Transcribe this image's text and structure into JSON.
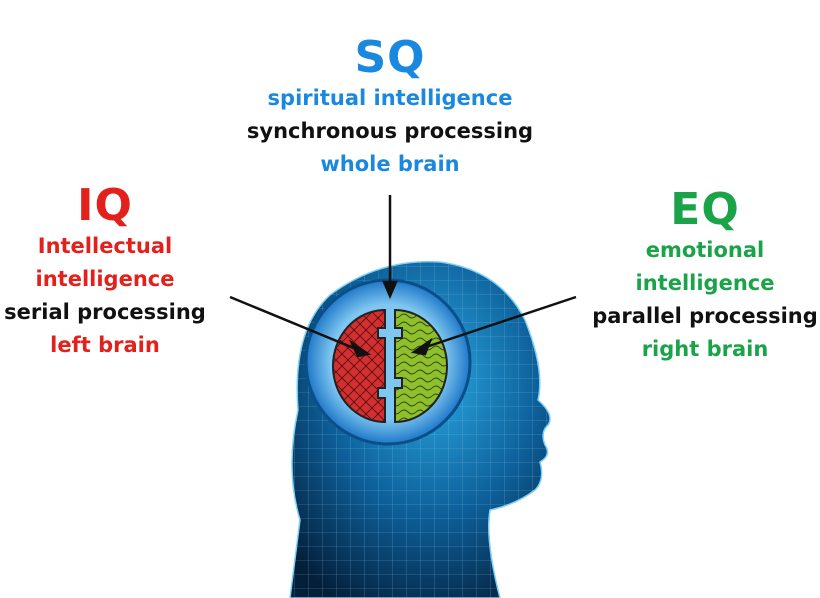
{
  "colors": {
    "sq": "#1b88e0",
    "iq": "#e3211c",
    "eq": "#1ba34a",
    "neutral": "#111111",
    "head_dark": "#052b4f",
    "head_light": "#1f9bd6",
    "ring": "#1e88d6",
    "left_fill": "#d23030",
    "right_fill": "#8fbf2c"
  },
  "sq": {
    "heading": "SQ",
    "lines": [
      "spiritual intelligence",
      "synchronous processing",
      "whole brain"
    ]
  },
  "iq": {
    "heading": "IQ",
    "lines": [
      "Intellectual",
      "intelligence",
      "serial processing",
      "left brain"
    ]
  },
  "eq": {
    "heading": "EQ",
    "lines": [
      "emotional",
      "intelligence",
      "parallel processing",
      "right brain"
    ]
  }
}
